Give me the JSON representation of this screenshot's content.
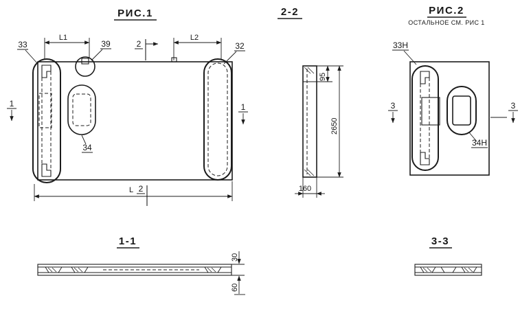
{
  "colors": {
    "ink": "#1b1b1b",
    "background": "#ffffff"
  },
  "fig1": {
    "title": "РИС.1",
    "dim_l1": "L1",
    "dim_l2": "L2",
    "dim_l": "L",
    "label_33": "33",
    "label_39": "39",
    "label_32": "32",
    "label_34": "34",
    "mark_1": "1",
    "mark_2": "2"
  },
  "sec22": {
    "title": "2-2",
    "dim_95": "95",
    "dim_2650": "2650",
    "dim_160": "160"
  },
  "fig2": {
    "title": "РИС.2",
    "note": "ОСТАЛЬНОЕ СМ. РИС 1",
    "label_33n": "33Н",
    "label_34n": "34Н",
    "mark_3": "3"
  },
  "sec11": {
    "title": "1-1",
    "dim_30": "30",
    "dim_60": "60"
  },
  "sec33": {
    "title": "3-3"
  }
}
